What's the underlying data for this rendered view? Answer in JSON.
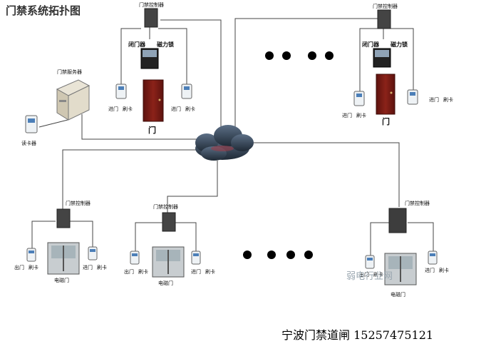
{
  "title": "门禁系统拓扑图",
  "server": {
    "label": "门禁服务器"
  },
  "reader": {
    "label": "读卡器"
  },
  "top_left": {
    "controller": "门禁控制器",
    "closer": "闭门器",
    "maglock": "磁力锁",
    "in_label": "进门",
    "card_label": "刷卡",
    "door": "门"
  },
  "top_right": {
    "controller": "门禁控制器",
    "closer": "闭门器",
    "maglock": "磁力锁",
    "in_label": "进门",
    "card_label": "刷卡",
    "door": "门"
  },
  "bottom_left": {
    "controller": "门禁控制器",
    "out_label": "出门",
    "card_label": "刷卡",
    "in_label": "进门",
    "card_label2": "刷卡",
    "door": "电磁门"
  },
  "bottom_mid": {
    "controller": "门禁控制器",
    "out_label": "出门",
    "card_label": "刷卡",
    "in_label": "进门",
    "card_label2": "刷卡",
    "door": "电磁门"
  },
  "bottom_right": {
    "controller": "门禁控制器",
    "out_label": "出门",
    "card_label": "刷卡",
    "in_label": "进门",
    "card_label2": "刷卡",
    "door": "电磁门"
  },
  "watermark": "弱电行业网",
  "footer": "宁波门禁道闸  15257475121",
  "colors": {
    "door": "#7a1a14",
    "cloud": "#3b4a5c",
    "line": "#444444"
  }
}
